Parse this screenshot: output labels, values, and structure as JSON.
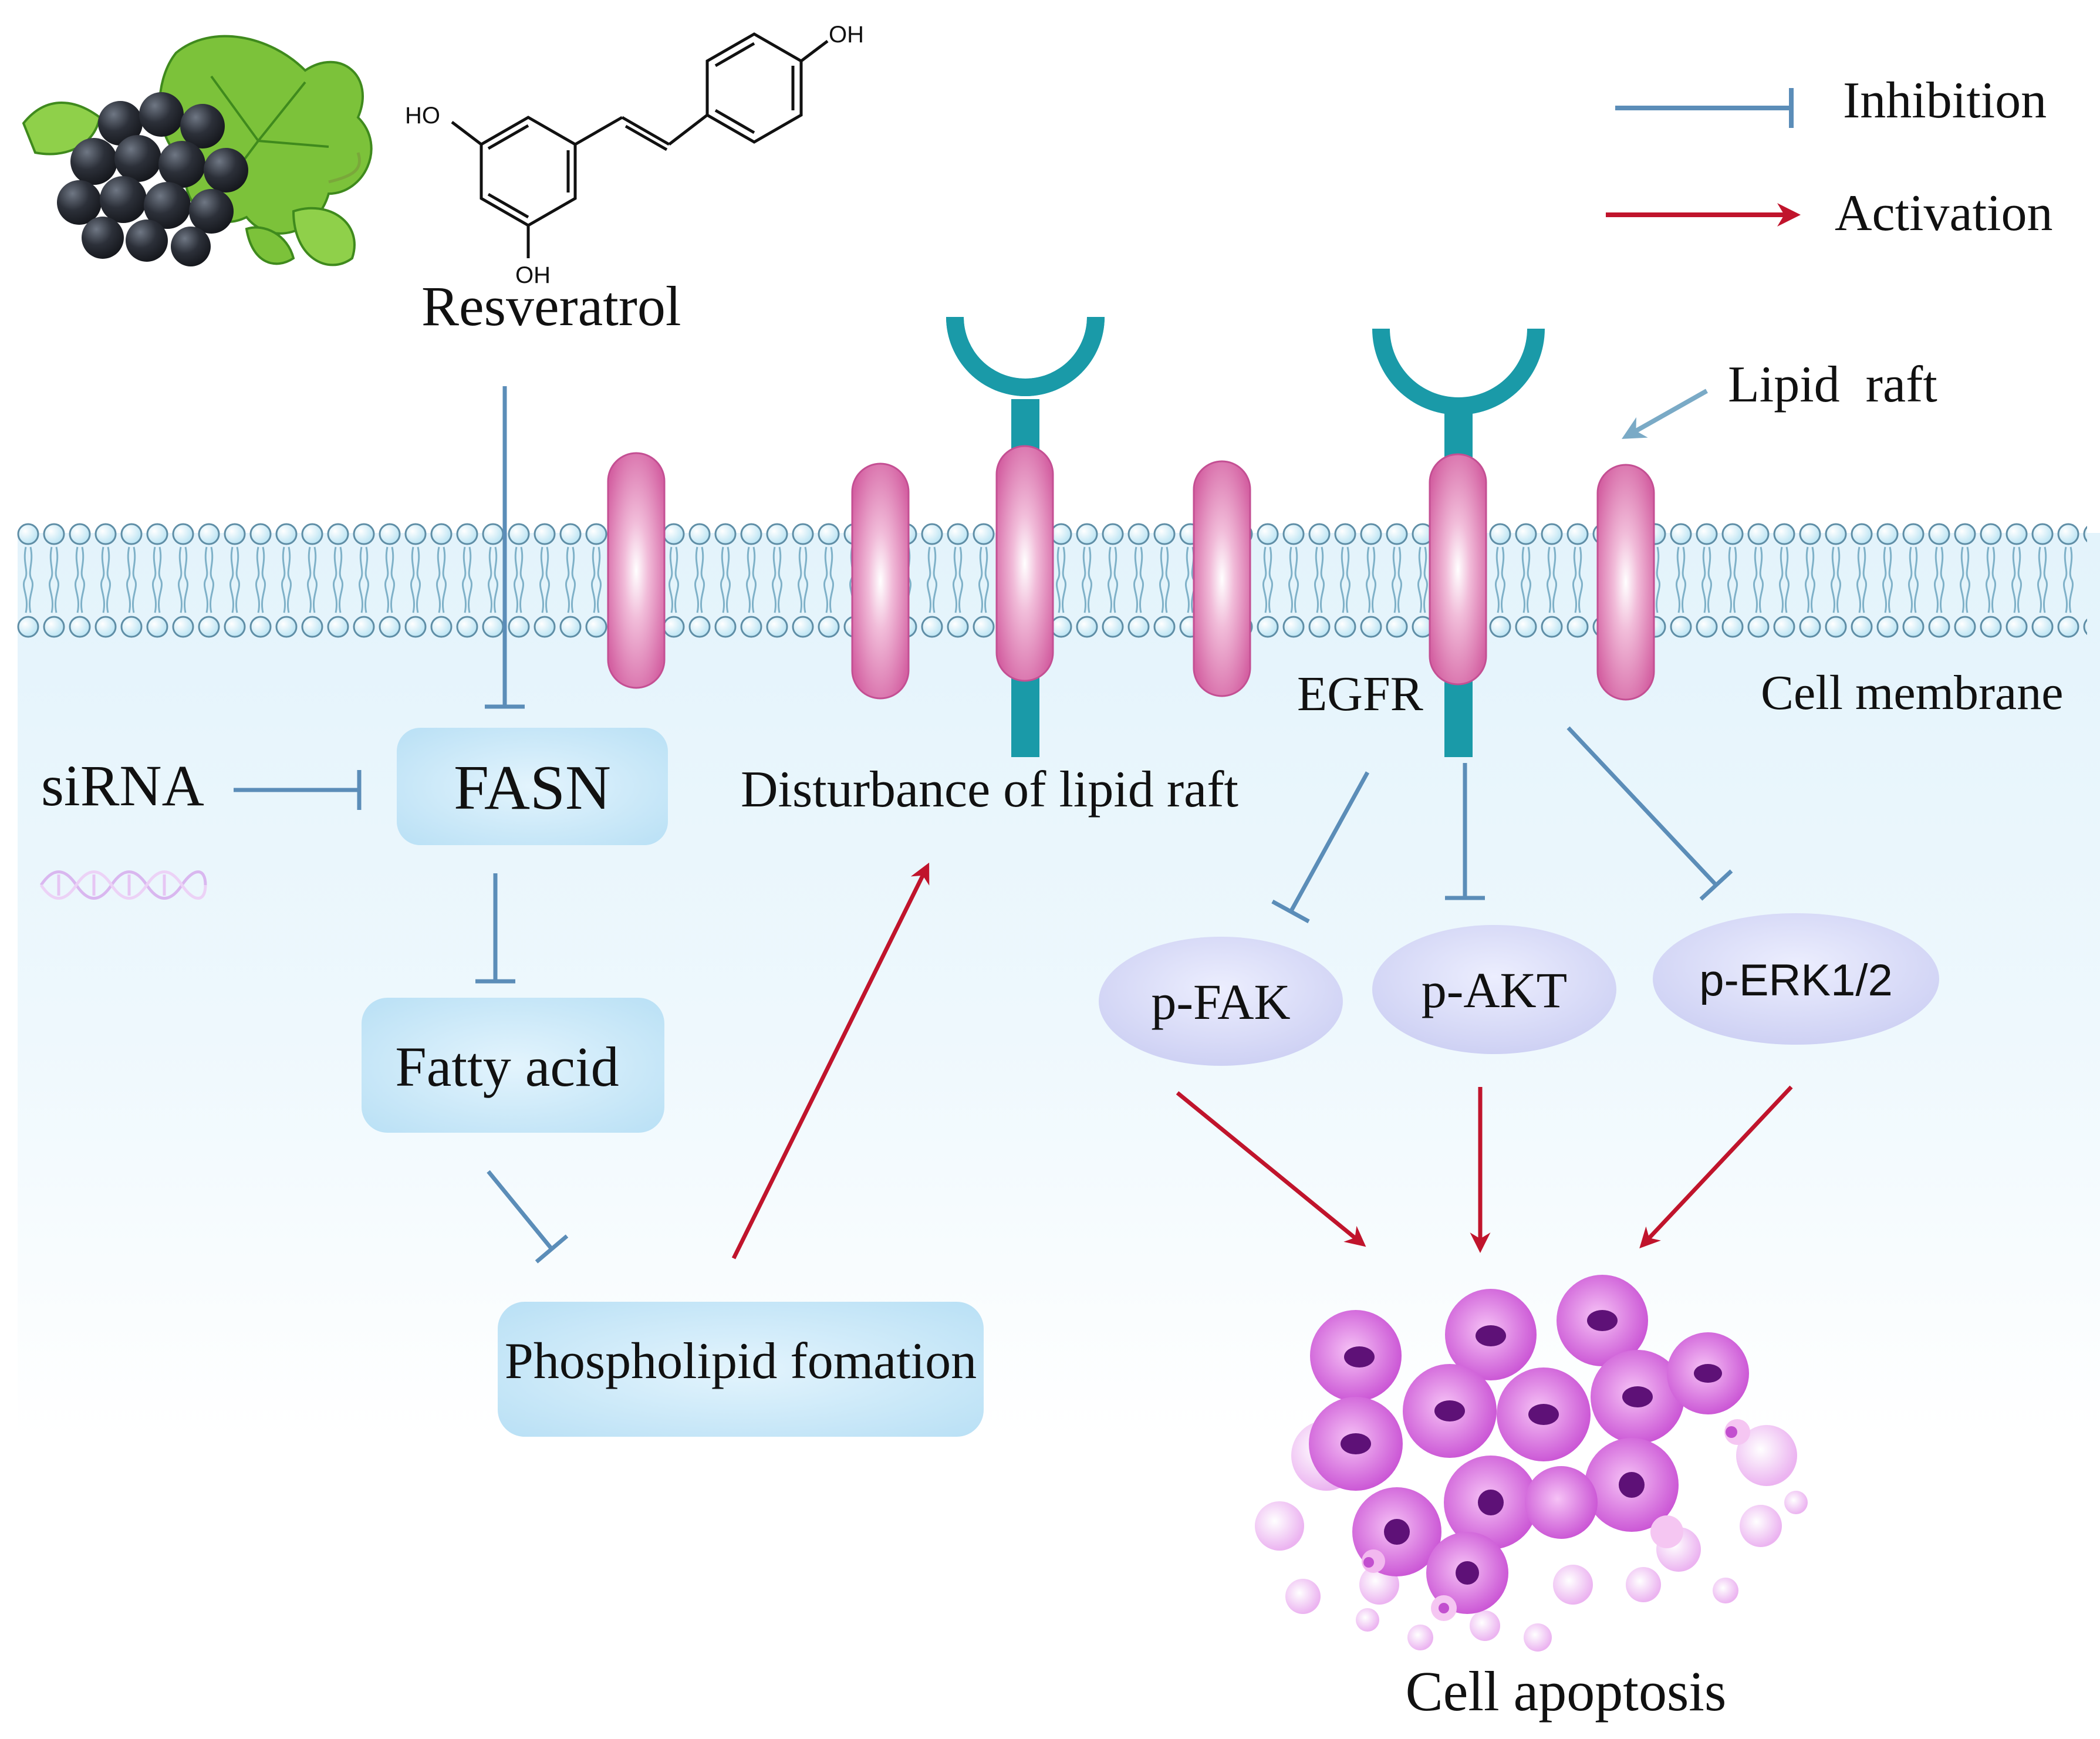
{
  "legend": {
    "inhibition_label": "Inhibition",
    "activation_label": "Activation"
  },
  "compound": {
    "name": "Resveratrol",
    "substituents": [
      "HO",
      "OH",
      "OH"
    ]
  },
  "membrane": {
    "lipid_raft_label": "Lipid  raft",
    "receptor_label": "EGFR",
    "cell_membrane_label": "Cell membrane"
  },
  "nodes": {
    "sirna": "siRNA",
    "fasn": "FASN",
    "fatty_acid": "Fatty acid",
    "phospholipid": "Phospholipid fomation",
    "disturbance": "Disturbance of lipid raft",
    "p_fak": "p-FAK",
    "p_akt": "p-AKT",
    "p_erk": "p-ERK1/2",
    "apoptosis": "Cell apoptosis"
  },
  "colors": {
    "inhibition": "#5b8db8",
    "activation": "#c0142c",
    "receptor": "#1a9aa8",
    "raft_protein": "#d86aa8",
    "box_fill": "#c6e6f7",
    "ellipse_fill": "#d6d8f6",
    "cytoplasm": "#e6f4fb"
  }
}
